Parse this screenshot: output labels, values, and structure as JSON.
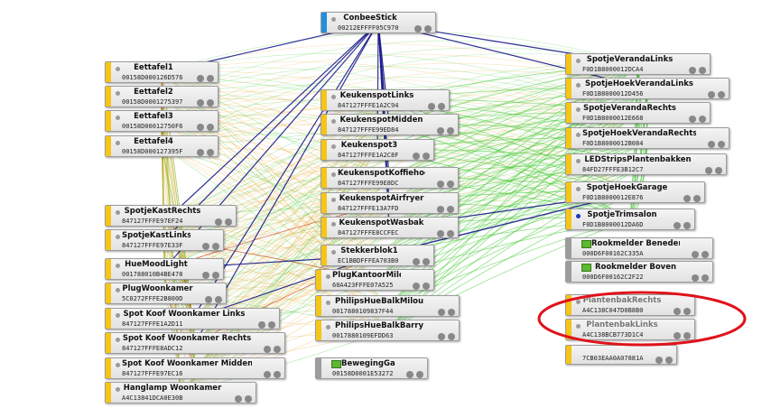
{
  "colors": {
    "coordinator": "#1f8fe0",
    "router": "#f5c518",
    "end_device": "#9c9c9c",
    "link_strong": "#1a1a8c",
    "link_good": "#39c72a",
    "link_medium": "#e8a830",
    "link_weak": "#d84a2a",
    "highlight": "#e0121a"
  },
  "nodes": [
    {
      "id": "conbee",
      "name": "ConbeeStick",
      "addr": "00212EFFFF05C970",
      "type": "coordinator"
    },
    {
      "id": "eet1",
      "name": "Eettafel1",
      "addr": "00158D000126D576",
      "type": "router"
    },
    {
      "id": "eet2",
      "name": "Eettafel2",
      "addr": "00158D0001275397",
      "type": "router"
    },
    {
      "id": "eet3",
      "name": "Eettafel3",
      "addr": "00158D00012750F6",
      "type": "router"
    },
    {
      "id": "eet4",
      "name": "Eettafel4",
      "addr": "00158D000127395F",
      "type": "router"
    },
    {
      "id": "ksl",
      "name": "KeukenspotLinks",
      "addr": "847127FFFE1A2C94",
      "type": "router"
    },
    {
      "id": "ksm",
      "name": "KeukenspotMidden",
      "addr": "847127FFFE99ED84",
      "type": "router"
    },
    {
      "id": "ks3",
      "name": "Keukenspot3",
      "addr": "847127FFFE1A2C8F",
      "type": "router"
    },
    {
      "id": "kskh",
      "name": "KeukenspotKoffiehoek",
      "addr": "847127FFFE99E8DC",
      "type": "router"
    },
    {
      "id": "ksaf",
      "name": "KeukenspotAirfryer",
      "addr": "847127FFFE13A7FD",
      "type": "router"
    },
    {
      "id": "kswb",
      "name": "KeukenspotWasbak",
      "addr": "847127FFFE8CCFEC",
      "type": "router"
    },
    {
      "id": "skr",
      "name": "SpotjeKastRechts",
      "addr": "847127FFFE97EF24",
      "type": "router"
    },
    {
      "id": "skl",
      "name": "SpotjeKastLinks",
      "addr": "847127FFFE97E33F",
      "type": "router"
    },
    {
      "id": "hml",
      "name": "HueMoodLight",
      "addr": "001788010B4BE478",
      "type": "router"
    },
    {
      "id": "pw",
      "name": "PlugWoonkamer",
      "addr": "5C0272FFFE2B800D",
      "type": "router"
    },
    {
      "id": "skwl",
      "name": "Spot Koof Woonkamer Links",
      "addr": "847127FFFE1A2D11",
      "type": "router"
    },
    {
      "id": "skwr",
      "name": "Spot Koof Woonkamer Rechts",
      "addr": "847127FFFE8ADC12",
      "type": "router"
    },
    {
      "id": "skwm",
      "name": "Spot Koof Woonkamer Midden",
      "addr": "847127FFFE97EC16",
      "type": "router"
    },
    {
      "id": "hw",
      "name": "Hanglamp Woonkamer",
      "addr": "A4C13841DCA0E30B",
      "type": "router"
    },
    {
      "id": "sb1",
      "name": "Stekkerblok1",
      "addr": "EC1BBDFFFEA703B0",
      "type": "router"
    },
    {
      "id": "pkm",
      "name": "PlugKantoorMilou",
      "addr": "60A423FFFE07A525",
      "type": "router"
    },
    {
      "id": "phbm",
      "name": "PhilipsHueBalkMilou",
      "addr": "0017880109837F44",
      "type": "router"
    },
    {
      "id": "phbb",
      "name": "PhilipsHueBalkBarry",
      "addr": "0017880109EFDD63",
      "type": "router"
    },
    {
      "id": "bg",
      "name": "BewegingGarage",
      "addr": "00158D0001E53272",
      "type": "end_device"
    },
    {
      "id": "svl",
      "name": "SpotjeVerandaLinks",
      "addr": "F0D1B8000012DCA4",
      "type": "router"
    },
    {
      "id": "shvl",
      "name": "SpotjeHoekVerandaLinks",
      "addr": "F0D1B8000012D456",
      "type": "router"
    },
    {
      "id": "svr",
      "name": "SpotjeVerandaRechts",
      "addr": "F0D1B8000012E668",
      "type": "router"
    },
    {
      "id": "shvr",
      "name": "SpotjeHoekVerandaRechts",
      "addr": "F0D1B8000012B084",
      "type": "router"
    },
    {
      "id": "led",
      "name": "LEDStripsPlantenbakken",
      "addr": "84FD27FFFE3B12C7",
      "type": "router"
    },
    {
      "id": "shg",
      "name": "SpotjeHoekGarage",
      "addr": "F0D1B8000012E876",
      "type": "router"
    },
    {
      "id": "sts",
      "name": "SpotjeTrimsalon",
      "addr": "F0D1B8000012DA6D",
      "type": "router"
    },
    {
      "id": "rmb",
      "name": "Rookmelder Beneden",
      "addr": "000D6F00162C335A",
      "type": "end_device"
    },
    {
      "id": "rmbo",
      "name": "Rookmelder Boven",
      "addr": "000D6F00162C2F22",
      "type": "end_device"
    },
    {
      "id": "pbr",
      "name": "PlantenbakRechts",
      "addr": "A4C138C047D0B8B0",
      "type": "router"
    },
    {
      "id": "pbl",
      "name": "PlantenbakLinks",
      "addr": "A4C138BCB773D1C4",
      "type": "router"
    },
    {
      "id": "unk",
      "name": "",
      "addr": "7CB03EAA0A07881A",
      "type": "router"
    }
  ]
}
